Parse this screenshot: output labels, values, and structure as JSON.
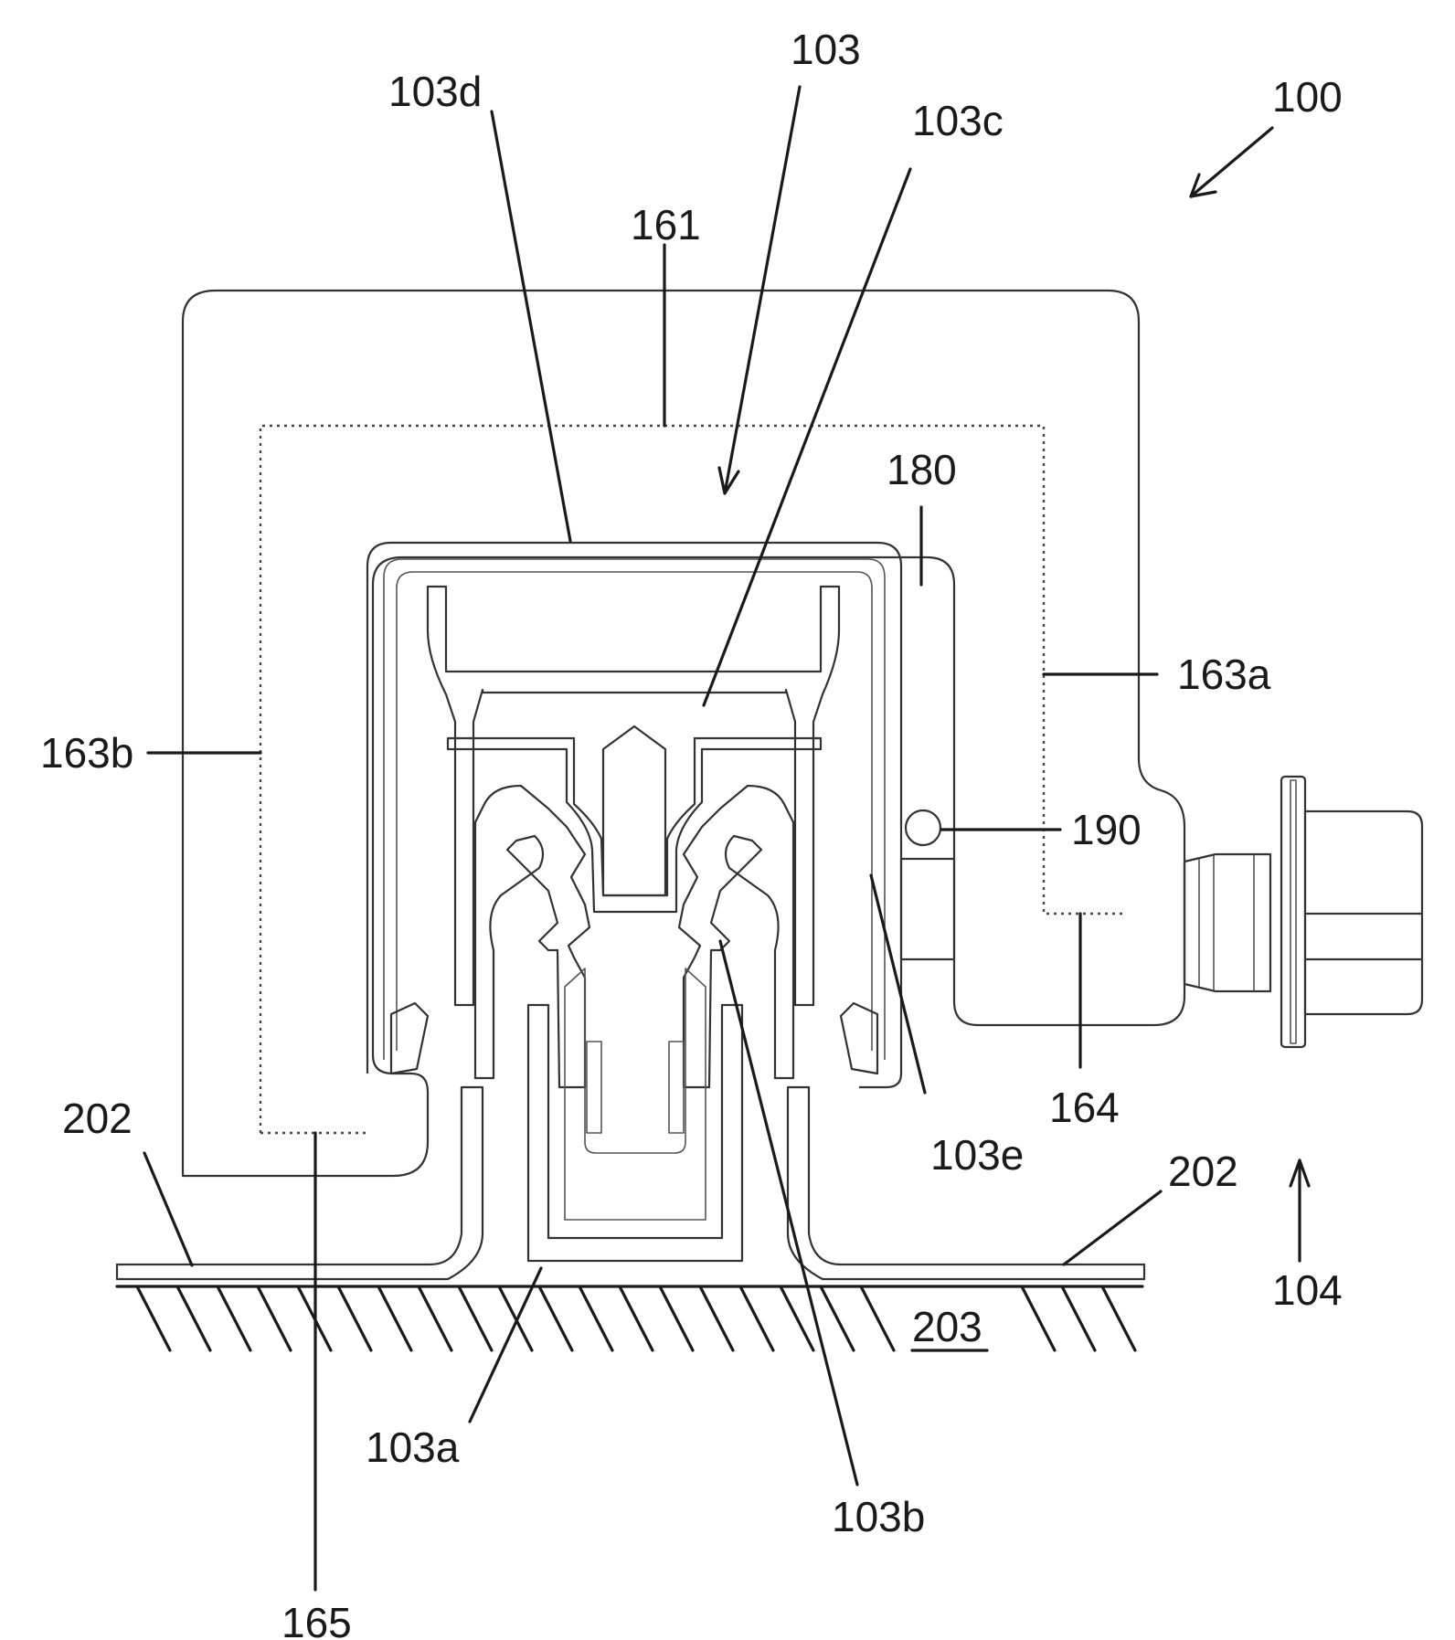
{
  "figure": {
    "colors": {
      "ink": "#1a1a1a",
      "background": "#ffffff"
    },
    "labels": {
      "l100": "100",
      "l103": "103",
      "l103a": "103a",
      "l103b": "103b",
      "l103c": "103c",
      "l103d": "103d",
      "l103e": "103e",
      "l104": "104",
      "l161": "161",
      "l163a": "163a",
      "l163b": "163b",
      "l164": "164",
      "l165": "165",
      "l180": "180",
      "l190": "190",
      "l202_left": "202",
      "l202_right": "202",
      "l203": "203"
    }
  }
}
